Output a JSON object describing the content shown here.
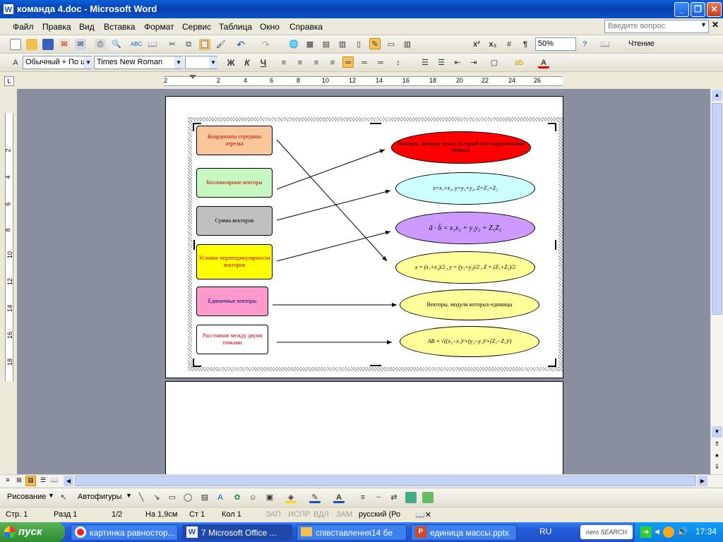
{
  "window": {
    "title": "команда 4.doc - Microsoft Word",
    "app_icon": "W",
    "buttons": {
      "minimize": "_",
      "maximize": "❐",
      "close": "✕"
    }
  },
  "menu": {
    "items": [
      "Файл",
      "Правка",
      "Вид",
      "Вставка",
      "Формат",
      "Сервис",
      "Таблица",
      "Окно",
      "Справка"
    ],
    "help_placeholder": "Введите вопрос",
    "close_doc": "✕"
  },
  "standard_toolbar": {
    "zoom": "50%",
    "reading_label": "Чтение"
  },
  "format_toolbar": {
    "style": "Обычный + По ц",
    "font": "Times New Roman",
    "size": "",
    "bold": "Ж",
    "italic": "К",
    "underline": "Ч"
  },
  "ruler": {
    "h_labels": [
      "2",
      "2",
      "4",
      "6",
      "8",
      "10",
      "12",
      "14",
      "16",
      "18",
      "20",
      "22",
      "24",
      "26"
    ],
    "v_labels": [
      "2",
      "4",
      "6",
      "8",
      "10",
      "12",
      "14",
      "16",
      "18"
    ]
  },
  "diagram": {
    "left_boxes": [
      {
        "text": "Координаты середины отрезка",
        "color": "#f9c79a",
        "text_color": "#c00000"
      },
      {
        "text": "Коллинеарные векторы",
        "color": "#c7f7c0",
        "text_color": "#c00000"
      },
      {
        "text": "Сумма векторов",
        "color": "#c0c0c0",
        "text_color": "#000000"
      },
      {
        "text": "Условие перпендикулярности векторов",
        "color": "#ffff00",
        "text_color": "#c00000"
      },
      {
        "text": "Единичные векторы",
        "color": "#ff99cc",
        "text_color": "#000080"
      },
      {
        "text": "Расстояние между двумя точками",
        "color": "#ffffff",
        "text_color": "#c00000"
      }
    ],
    "right_ellipses": [
      {
        "text": "Векторы, которые лежат на одной или параллельных прямых",
        "color": "#ff0000"
      },
      {
        "text": "x=x₁+x₂, y=y₁+y₂, Z=Z₁+Z₂",
        "color": "#ccffff"
      },
      {
        "text": "ā · b̄ = x₁x₂ + y₁y₂ + Z₁Z₂",
        "color": "#cc99ff"
      },
      {
        "text": "x = (x₁+x₂)/2 , y = (y₁+y₂)/2 , Z = (Z₁+Z₂)/2",
        "color": "#ffff99"
      },
      {
        "text": "Векторы, модули которых-единицы",
        "color": "#ffff99"
      },
      {
        "text": "AB = √((x₂−x₁)²+(y₂−y₁)²+(Z₂−Z₁)²)",
        "color": "#ffff99"
      }
    ]
  },
  "drawing_toolbar": {
    "drawing": "Рисование",
    "autoshapes": "Автофигуры"
  },
  "status": {
    "page": "Стр.  1",
    "section": "Разд  1",
    "pages": "1/2",
    "at": "На 1,9см",
    "line": "Ст  1",
    "col": "Кол  1",
    "rec": "ЗАП",
    "trk": "ИСПР",
    "ext": "ВДЛ",
    "ovr": "ЗАМ",
    "lang": "русский (Ро"
  },
  "taskbar": {
    "start": "пуск",
    "tasks": [
      "картинка равностор...",
      "7 Microsoft Office ...",
      "співставлення14 бе",
      "единица массы.pptx"
    ],
    "lang": "RU",
    "time": "17:34",
    "nero": "nero SEARCH"
  }
}
